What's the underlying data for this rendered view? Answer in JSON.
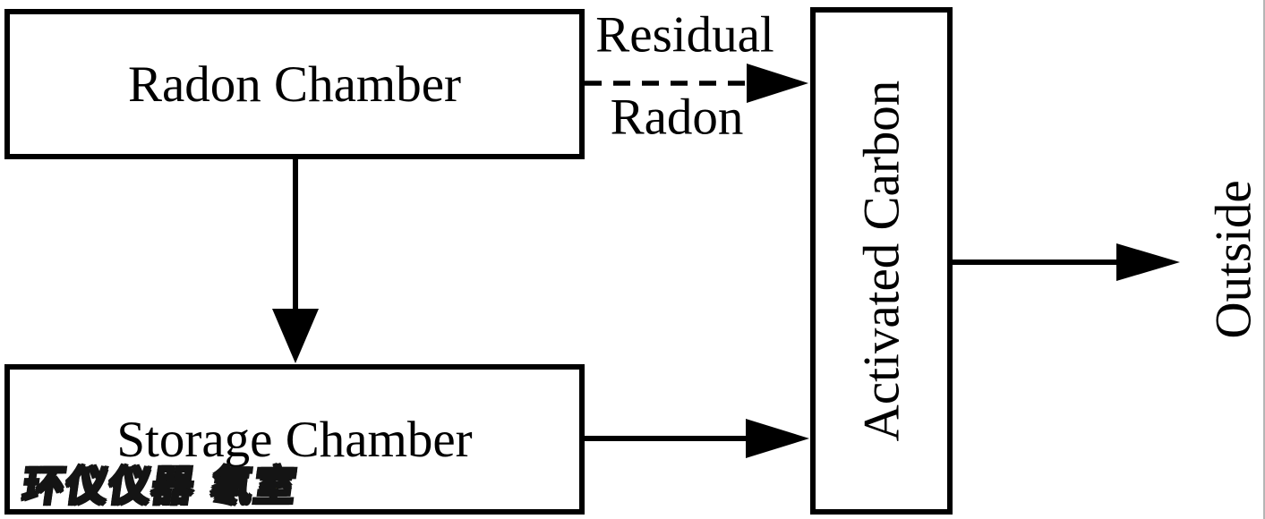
{
  "diagram": {
    "type": "flow-diagram",
    "background": "#ffffff",
    "line_color": "#000000",
    "right_edge_color": "#b5b5b5",
    "nodes": {
      "radon_chamber": {
        "label": "Radon Chamber"
      },
      "storage_chamber": {
        "label": "Storage Chamber"
      },
      "activated_carbon": {
        "label": "Activated Carbon",
        "orientation": "vertical"
      },
      "outside": {
        "label": "Outside",
        "orientation": "vertical"
      }
    },
    "edges": [
      {
        "from": "radon_chamber",
        "to": "activated_carbon",
        "style": "dashed",
        "label_line1": "Residual",
        "label_line2": "Radon"
      },
      {
        "from": "radon_chamber",
        "to": "storage_chamber",
        "style": "solid"
      },
      {
        "from": "storage_chamber",
        "to": "activated_carbon",
        "style": "solid"
      },
      {
        "from": "activated_carbon",
        "to": "outside",
        "style": "solid"
      }
    ],
    "watermark": {
      "text": "环仪仪器 氡室",
      "fill_color": "#ffe000",
      "outline_color": "#141414"
    }
  }
}
